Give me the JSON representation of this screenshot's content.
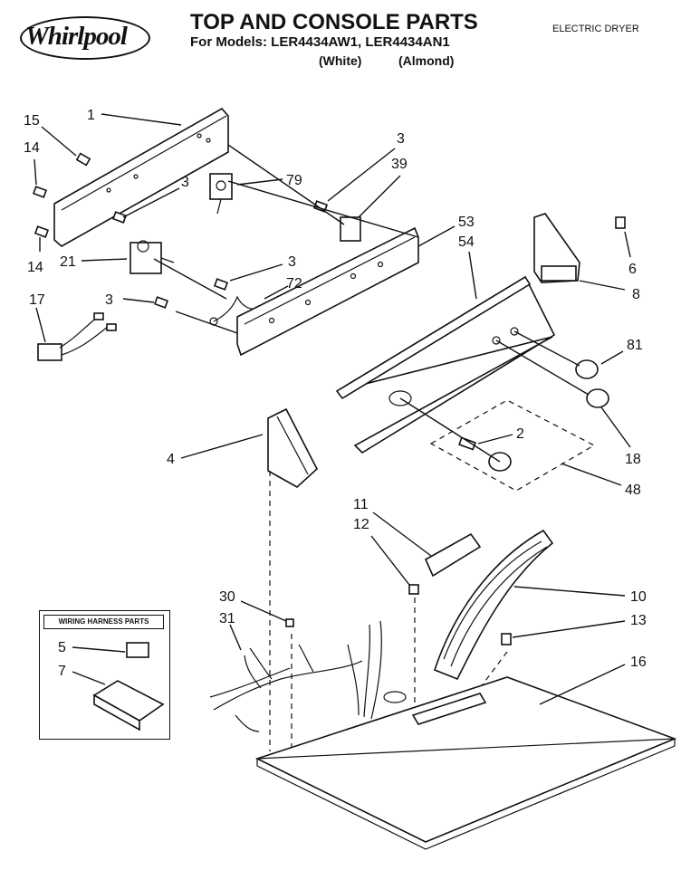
{
  "brand": "Whirlpool",
  "title": "TOP AND CONSOLE PARTS",
  "models_line": "For Models: LER4434AW1, LER4434AN1",
  "color_white": "(White)",
  "color_almond": "(Almond)",
  "product_type": "ELECTRIC DRYER",
  "inset_title": "WIRING HARNESS PARTS",
  "callouts": {
    "c1": "1",
    "c15": "15",
    "c14a": "14",
    "c14b": "14",
    "c3a": "3",
    "c21": "21",
    "c17": "17",
    "c3b": "3",
    "c3c": "3",
    "c72": "72",
    "c3d": "3",
    "c79": "79",
    "c39": "39",
    "c53": "53",
    "c54": "54",
    "c6": "6",
    "c8": "8",
    "c81": "81",
    "c18": "18",
    "c2": "2",
    "c48": "48",
    "c4": "4",
    "c11": "11",
    "c12": "12",
    "c10": "10",
    "c13": "13",
    "c16": "16",
    "c30": "30",
    "c31": "31",
    "c5": "5",
    "c7": "7"
  }
}
